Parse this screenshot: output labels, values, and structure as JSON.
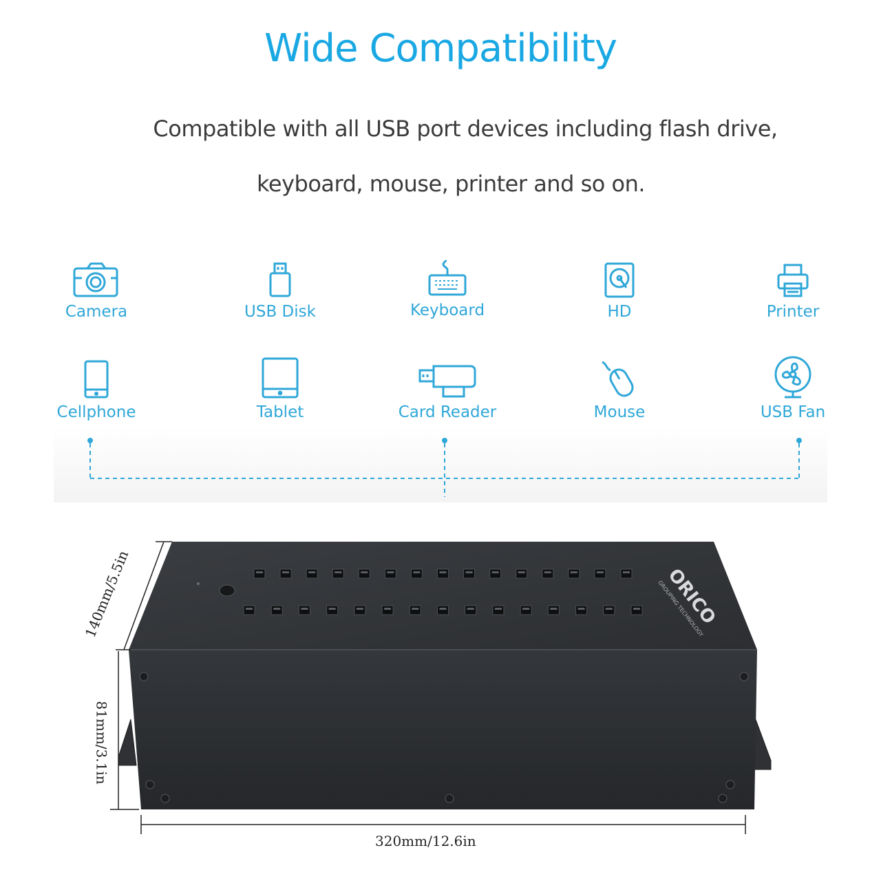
{
  "heading": {
    "title": "Wide Compatibility",
    "line1": "Compatible with all USB port devices including flash drive,",
    "line2": "keyboard, mouse, printer and so on."
  },
  "devices": [
    {
      "label": "Camera",
      "icon": "camera-icon"
    },
    {
      "label": "USB Disk",
      "icon": "usb-disk-icon"
    },
    {
      "label": "Keyboard",
      "icon": "keyboard-icon"
    },
    {
      "label": "HD",
      "icon": "hard-drive-icon"
    },
    {
      "label": "Printer",
      "icon": "printer-icon"
    },
    {
      "label": "Cellphone",
      "icon": "cellphone-icon"
    },
    {
      "label": "Tablet",
      "icon": "tablet-icon"
    },
    {
      "label": "Card Reader",
      "icon": "card-reader-icon"
    },
    {
      "label": "Mouse",
      "icon": "mouse-icon"
    },
    {
      "label": "USB Fan",
      "icon": "usb-fan-icon"
    }
  ],
  "product": {
    "brand": "ORICO",
    "brand_sub": "GROUPING TECHNOLOGY",
    "dimensions": {
      "depth": "140mm/5.5in",
      "height": "81mm/3.1in",
      "width": "320mm/12.6in"
    }
  },
  "colors": {
    "accent": "#1aa8e3",
    "icon": "#2fa7d8",
    "text": "#3b3b3b",
    "hub_body": "#2b2d30"
  }
}
